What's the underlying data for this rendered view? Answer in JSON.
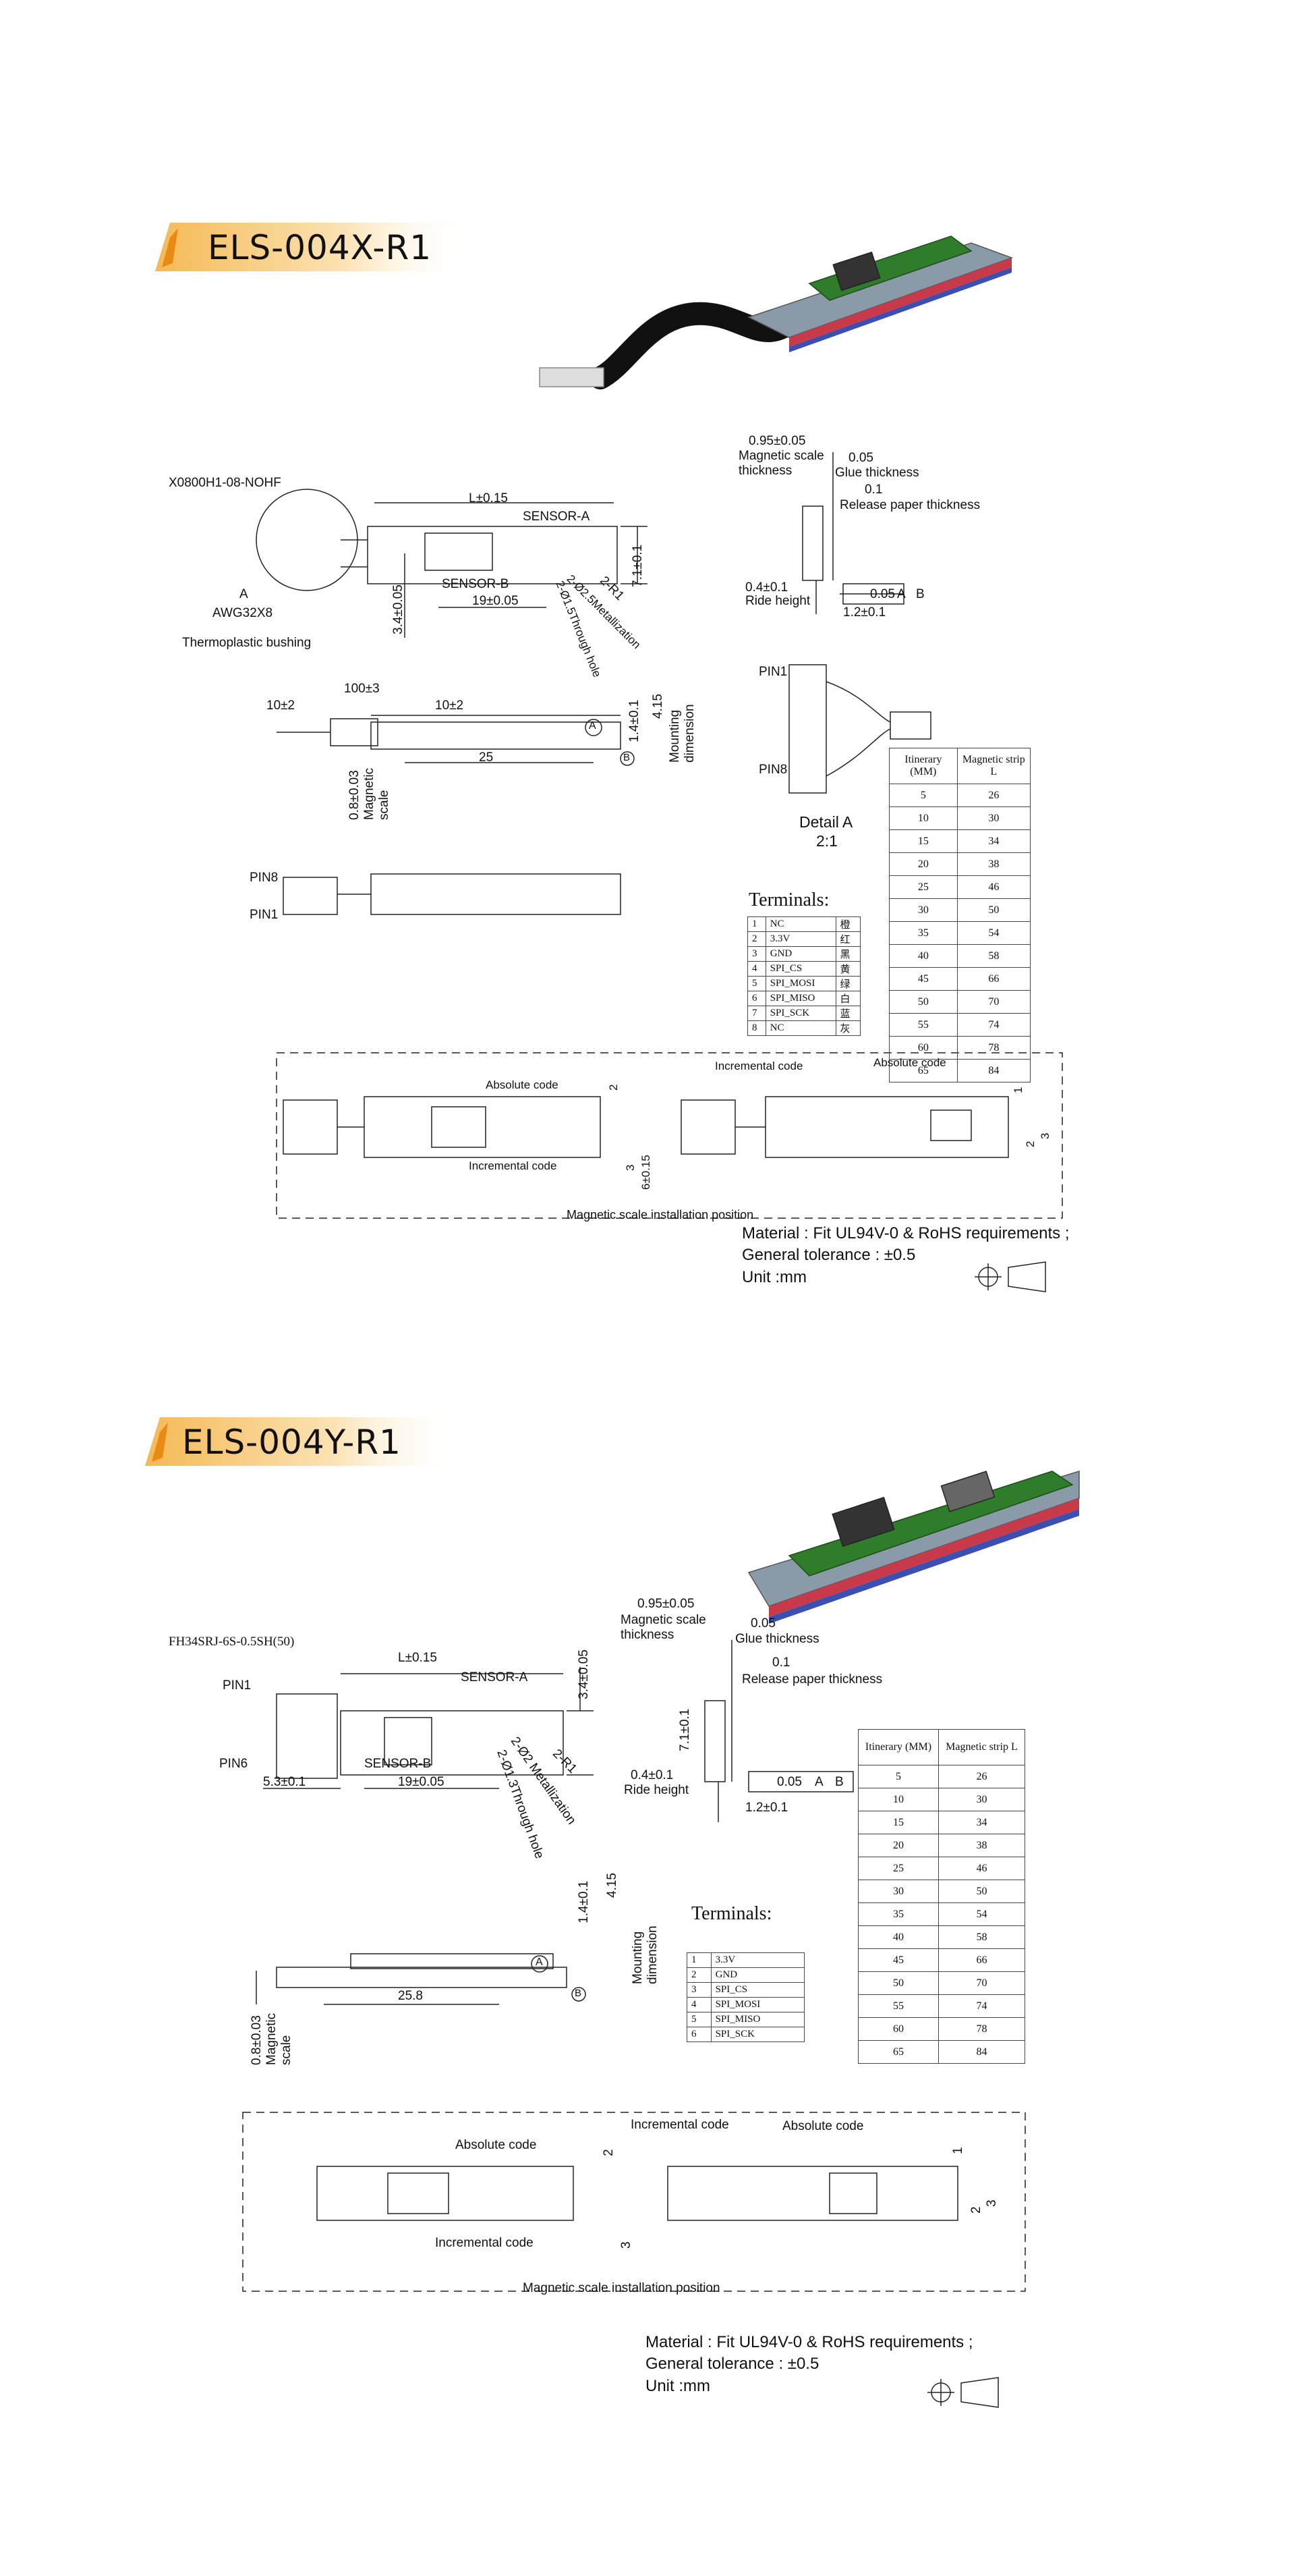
{
  "x": {
    "title": "ELS-004X-R1",
    "connector": "X0800H1-08-NOHF",
    "awg": "AWG32X8",
    "mark_a": "A",
    "bushing": "Thermoplastic bushing",
    "dims": {
      "L": "L±0.15",
      "sensor_a": "SENSOR-A",
      "sensor_b": "SENSOR-B",
      "w71": "7.1±0.1",
      "h34": "3.4±0.05",
      "d19": "19±0.05",
      "r1": "2-R1",
      "metal": "2-Ø2.5Metallization",
      "through": "2-Ø1.5Through hole",
      "d10a": "10±2",
      "d100": "100±3",
      "d10b": "10±2",
      "h14": "1.4±0.1",
      "h415": "4.15",
      "mounting": "Mounting dimension",
      "d25": "25",
      "circ_a": "A",
      "circ_b": "B",
      "mag": "0.8±0.03 Magnetic scale",
      "pin8": "PIN8",
      "pin1": "PIN1"
    },
    "thickness": {
      "t095": "0.95±0.05",
      "mag": "Magnetic scale thickness",
      "t005": "0.05",
      "glue": "Glue thickness",
      "t01": "0.1",
      "release": "Release paper thickness",
      "t04": "0.4±0.1",
      "ride": "Ride height",
      "flat": "0.05",
      "fa": "A",
      "fb": "B",
      "t12": "1.2±0.1"
    },
    "detail": {
      "pin1": "PIN1",
      "pin8": "PIN8",
      "label": "Detail A",
      "scale": "2:1"
    },
    "terminals_title": "Terminals:",
    "terminals": [
      [
        "1",
        "NC",
        "橙"
      ],
      [
        "2",
        "3.3V",
        "红"
      ],
      [
        "3",
        "GND",
        "黑"
      ],
      [
        "4",
        "SPI_CS",
        "黄"
      ],
      [
        "5",
        "SPI_MOSI",
        "绿"
      ],
      [
        "6",
        "SPI_MISO",
        "白"
      ],
      [
        "7",
        "SPI_SCK",
        "蓝"
      ],
      [
        "8",
        "NC",
        "灰"
      ]
    ],
    "table_head": [
      "Itinerary (MM)",
      "Magnetic strip L"
    ],
    "table": [
      [
        "5",
        "26"
      ],
      [
        "10",
        "30"
      ],
      [
        "15",
        "34"
      ],
      [
        "20",
        "38"
      ],
      [
        "25",
        "46"
      ],
      [
        "30",
        "50"
      ],
      [
        "35",
        "54"
      ],
      [
        "40",
        "58"
      ],
      [
        "45",
        "66"
      ],
      [
        "50",
        "70"
      ],
      [
        "55",
        "74"
      ],
      [
        "60",
        "78"
      ],
      [
        "65",
        "84"
      ]
    ],
    "install": {
      "abs1": "Absolute code",
      "inc1": "Incremental code",
      "d2a": "2",
      "d3": "3",
      "d6": "6±0.15",
      "inc2": "Incremental code",
      "abs2": "Absolute code",
      "d1": "1",
      "d2b": "2",
      "d3b": "3",
      "caption": "Magnetic scale installation position"
    },
    "material": [
      "Material : Fit UL94V-0 & RoHS requirements ;",
      "General tolerance : ±0.5",
      "Unit :mm"
    ]
  },
  "y": {
    "title": "ELS-004Y-R1",
    "connector": "FH34SRJ-6S-0.5SH(50)",
    "dims": {
      "L": "L±0.15",
      "sensor_a": "SENSOR-A",
      "sensor_b": "SENSOR-B",
      "pin1": "PIN1",
      "pin6": "PIN6",
      "d53": "5.3±0.1",
      "d19": "19±0.05",
      "h34": "3.4±0.05",
      "r1": "2-R1",
      "metal": "2-Ø2 Metallization",
      "through": "2-Ø1.3Through hole",
      "h14": "1.4±0.1",
      "h415": "4.15",
      "mounting": "Mounting dimension",
      "circ_a": "A",
      "circ_b": "B",
      "d258": "25.8",
      "mag": "0.8±0.03 Magnetic scale"
    },
    "thickness": {
      "t095": "0.95±0.05",
      "mag": "Magnetic scale thickness",
      "t005": "0.05",
      "glue": "Glue thickness",
      "t01": "0.1",
      "release": "Release paper thickness",
      "w71": "7.1±0.1",
      "t04": "0.4±0.1",
      "ride": "Ride height",
      "flat": "0.05",
      "fa": "A",
      "fb": "B",
      "t12": "1.2±0.1"
    },
    "terminals_title": "Terminals:",
    "terminals": [
      [
        "1",
        "3.3V"
      ],
      [
        "2",
        "GND"
      ],
      [
        "3",
        "SPI_CS"
      ],
      [
        "4",
        "SPI_MOSI"
      ],
      [
        "5",
        "SPI_MISO"
      ],
      [
        "6",
        "SPI_SCK"
      ]
    ],
    "table_head": [
      "Itinerary (MM)",
      "Magnetic strip L"
    ],
    "table": [
      [
        "5",
        "26"
      ],
      [
        "10",
        "30"
      ],
      [
        "15",
        "34"
      ],
      [
        "20",
        "38"
      ],
      [
        "25",
        "46"
      ],
      [
        "30",
        "50"
      ],
      [
        "35",
        "54"
      ],
      [
        "40",
        "58"
      ],
      [
        "45",
        "66"
      ],
      [
        "50",
        "70"
      ],
      [
        "55",
        "74"
      ],
      [
        "60",
        "78"
      ],
      [
        "65",
        "84"
      ]
    ],
    "install": {
      "abs1": "Absolute code",
      "inc1": "Incremental code",
      "d2a": "2",
      "d3a": "3",
      "inc2": "Incremental code",
      "abs2": "Absolute code",
      "d1": "1",
      "d2b": "2",
      "d3b": "3",
      "caption": "Magnetic scale installation position"
    },
    "material": [
      "Material : Fit UL94V-0 & RoHS requirements ;",
      "General tolerance : ±0.5",
      "Unit :mm"
    ]
  },
  "colors": {
    "banner": "#f7c97a",
    "pcb": "#2d7a2a",
    "strip_red": "#c83a4a",
    "strip_blue": "#3a4fb0"
  }
}
